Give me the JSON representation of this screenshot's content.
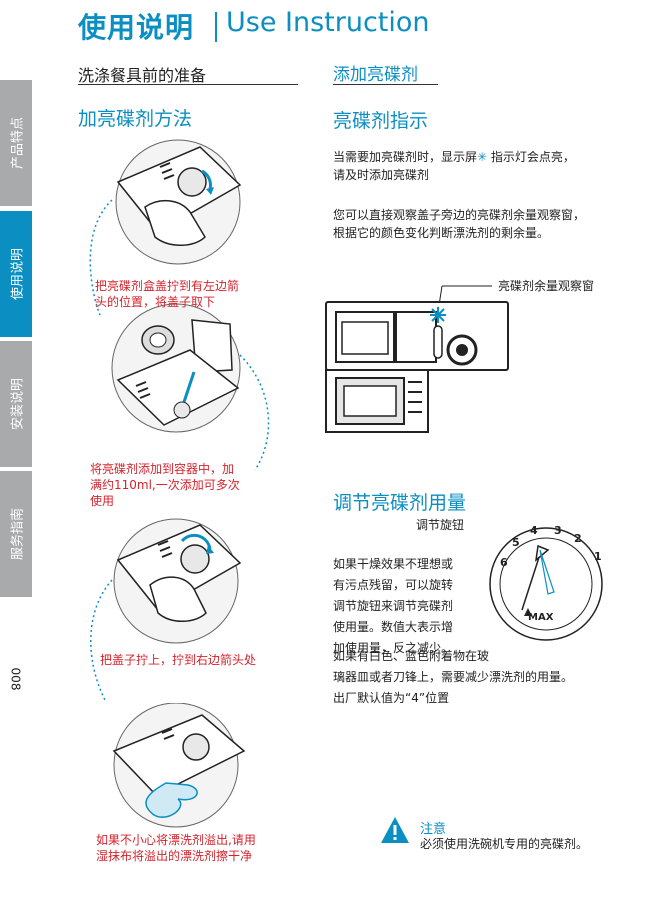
{
  "header": {
    "title_cn": "使用说明",
    "title_en": "Use Instruction"
  },
  "side_tabs": [
    {
      "label": "产品特点"
    },
    {
      "label": "使用说明"
    },
    {
      "label": "安装说明"
    },
    {
      "label": "服务指南"
    }
  ],
  "page_number": "008",
  "left_section": {
    "title": "洗涤餐具前的准备",
    "subtitle": "加亮碟剂方法",
    "captions": [
      "把亮碟剂盒盖拧到有左边箭\n头的位置，将盖子取下",
      "将亮碟剂添加到容器中，加\n满约110ml,一次添加可多次\n使用",
      "把盖子拧上，拧到右边箭头处",
      "如果不小心将漂洗剂溢出,请用\n湿抹布将溢出的漂洗剂擦干净"
    ]
  },
  "right_section": {
    "title": "添加亮碟剂",
    "indicator_heading": "亮碟剂指示",
    "indicator_text_a": "当需要加亮碟剂时，显示屏",
    "indicator_text_b": "指示灯会点亮，",
    "indicator_text_c": "请及时添加亮碟剂",
    "window_text": "您可以直接观察盖子旁边的亮碟剂余量观察窗，\n根据它的颜色变化判断漂洗剂的剩余量。",
    "window_label": "亮碟剂余量观察窗",
    "adjust_heading": "调节亮碟剂用量",
    "knob_label": "调节旋钮",
    "knob_numbers": [
      "1",
      "2",
      "3",
      "4",
      "5",
      "6"
    ],
    "knob_max": "MAX",
    "adjust_text": "如果干燥效果不理想或\n有污点残留，可以旋转\n调节旋钮来调节亮碟剂\n使用量。数值大表示增\n加使用量，反之减少。",
    "adjust_text2": "如果有白色、蓝色附着物在玻\n璃器皿或者刀锋上，需要减少漂洗剂的用量。\n出厂默认值为“4”位置",
    "notice_title": "注意",
    "notice_text": "必须使用洗碗机专用的亮碟剂。"
  },
  "colors": {
    "accent": "#0b8fc2",
    "caption": "#d6232c",
    "tab_grey": "#a9aaac"
  }
}
